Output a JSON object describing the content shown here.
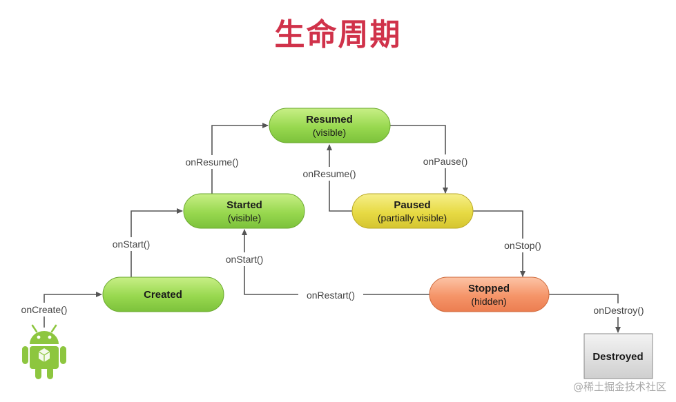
{
  "title": "生命周期",
  "states": {
    "resumed": {
      "name": "Resumed",
      "sub": "(visible)"
    },
    "started": {
      "name": "Started",
      "sub": "(visible)"
    },
    "paused": {
      "name": "Paused",
      "sub": "(partially visible)"
    },
    "created": {
      "name": "Created",
      "sub": ""
    },
    "stopped": {
      "name": "Stopped",
      "sub": "(hidden)"
    },
    "destroyed": {
      "name": "Destroyed",
      "sub": ""
    }
  },
  "edges": {
    "on_create": "onCreate()",
    "on_start_created": "onStart()",
    "on_resume_started": "onResume()",
    "on_pause": "onPause()",
    "on_resume_paused": "onResume()",
    "on_stop": "onStop()",
    "on_start_restart": "onStart()",
    "on_restart": "onRestart()",
    "on_destroy": "onDestroy()"
  },
  "watermark": "@稀土掘金技术社区",
  "colors": {
    "title": "#d0324a",
    "green_state": "#8fd14a",
    "yellow_state": "#e8dc4a",
    "orange_state": "#f5966b",
    "gray_state": "#d9d9d9"
  },
  "icons": {
    "android": "android-robot-icon"
  }
}
